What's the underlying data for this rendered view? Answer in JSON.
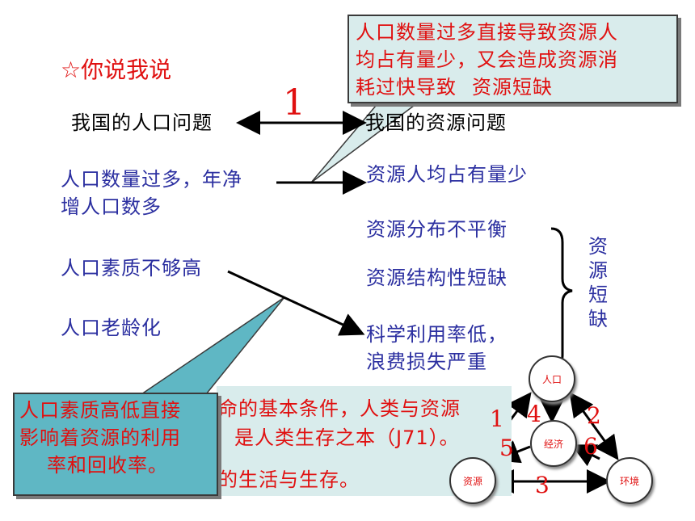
{
  "title": "☆你说我说",
  "callout_top": {
    "lines": [
      "人口数量过多直接导致资源人",
      "均占有量少，又会造成资源消",
      "耗过快导致"
    ],
    "highlight": "资源短缺"
  },
  "arrow_number_top": "1",
  "left": {
    "header": "我国的人口问题",
    "items": [
      "人口数量过多，年净",
      "增人口数多",
      "人口素质不够高",
      "人口老龄化"
    ]
  },
  "right": {
    "header": "我国的资源问题",
    "items": [
      "资源人均占有量少",
      "资源分布不平衡",
      "资源结构性短缺",
      "科学利用率低，",
      "浪费损失严重"
    ]
  },
  "brace_label": "资源短缺",
  "callout_bottom": {
    "lines": [
      "人口素质高低直接",
      "影响着资源的利用",
      "率和回收率。"
    ]
  },
  "partial_text": [
    "命的基本条件，人类与资源",
    "是人类生存之本（J71）。",
    "的生活与生存。"
  ],
  "diagram": {
    "nodes": {
      "population": "人口",
      "economy": "经济",
      "resource": "资源",
      "environment": "环境"
    },
    "numbers": [
      "1",
      "2",
      "3",
      "4",
      "5",
      "6"
    ]
  }
}
